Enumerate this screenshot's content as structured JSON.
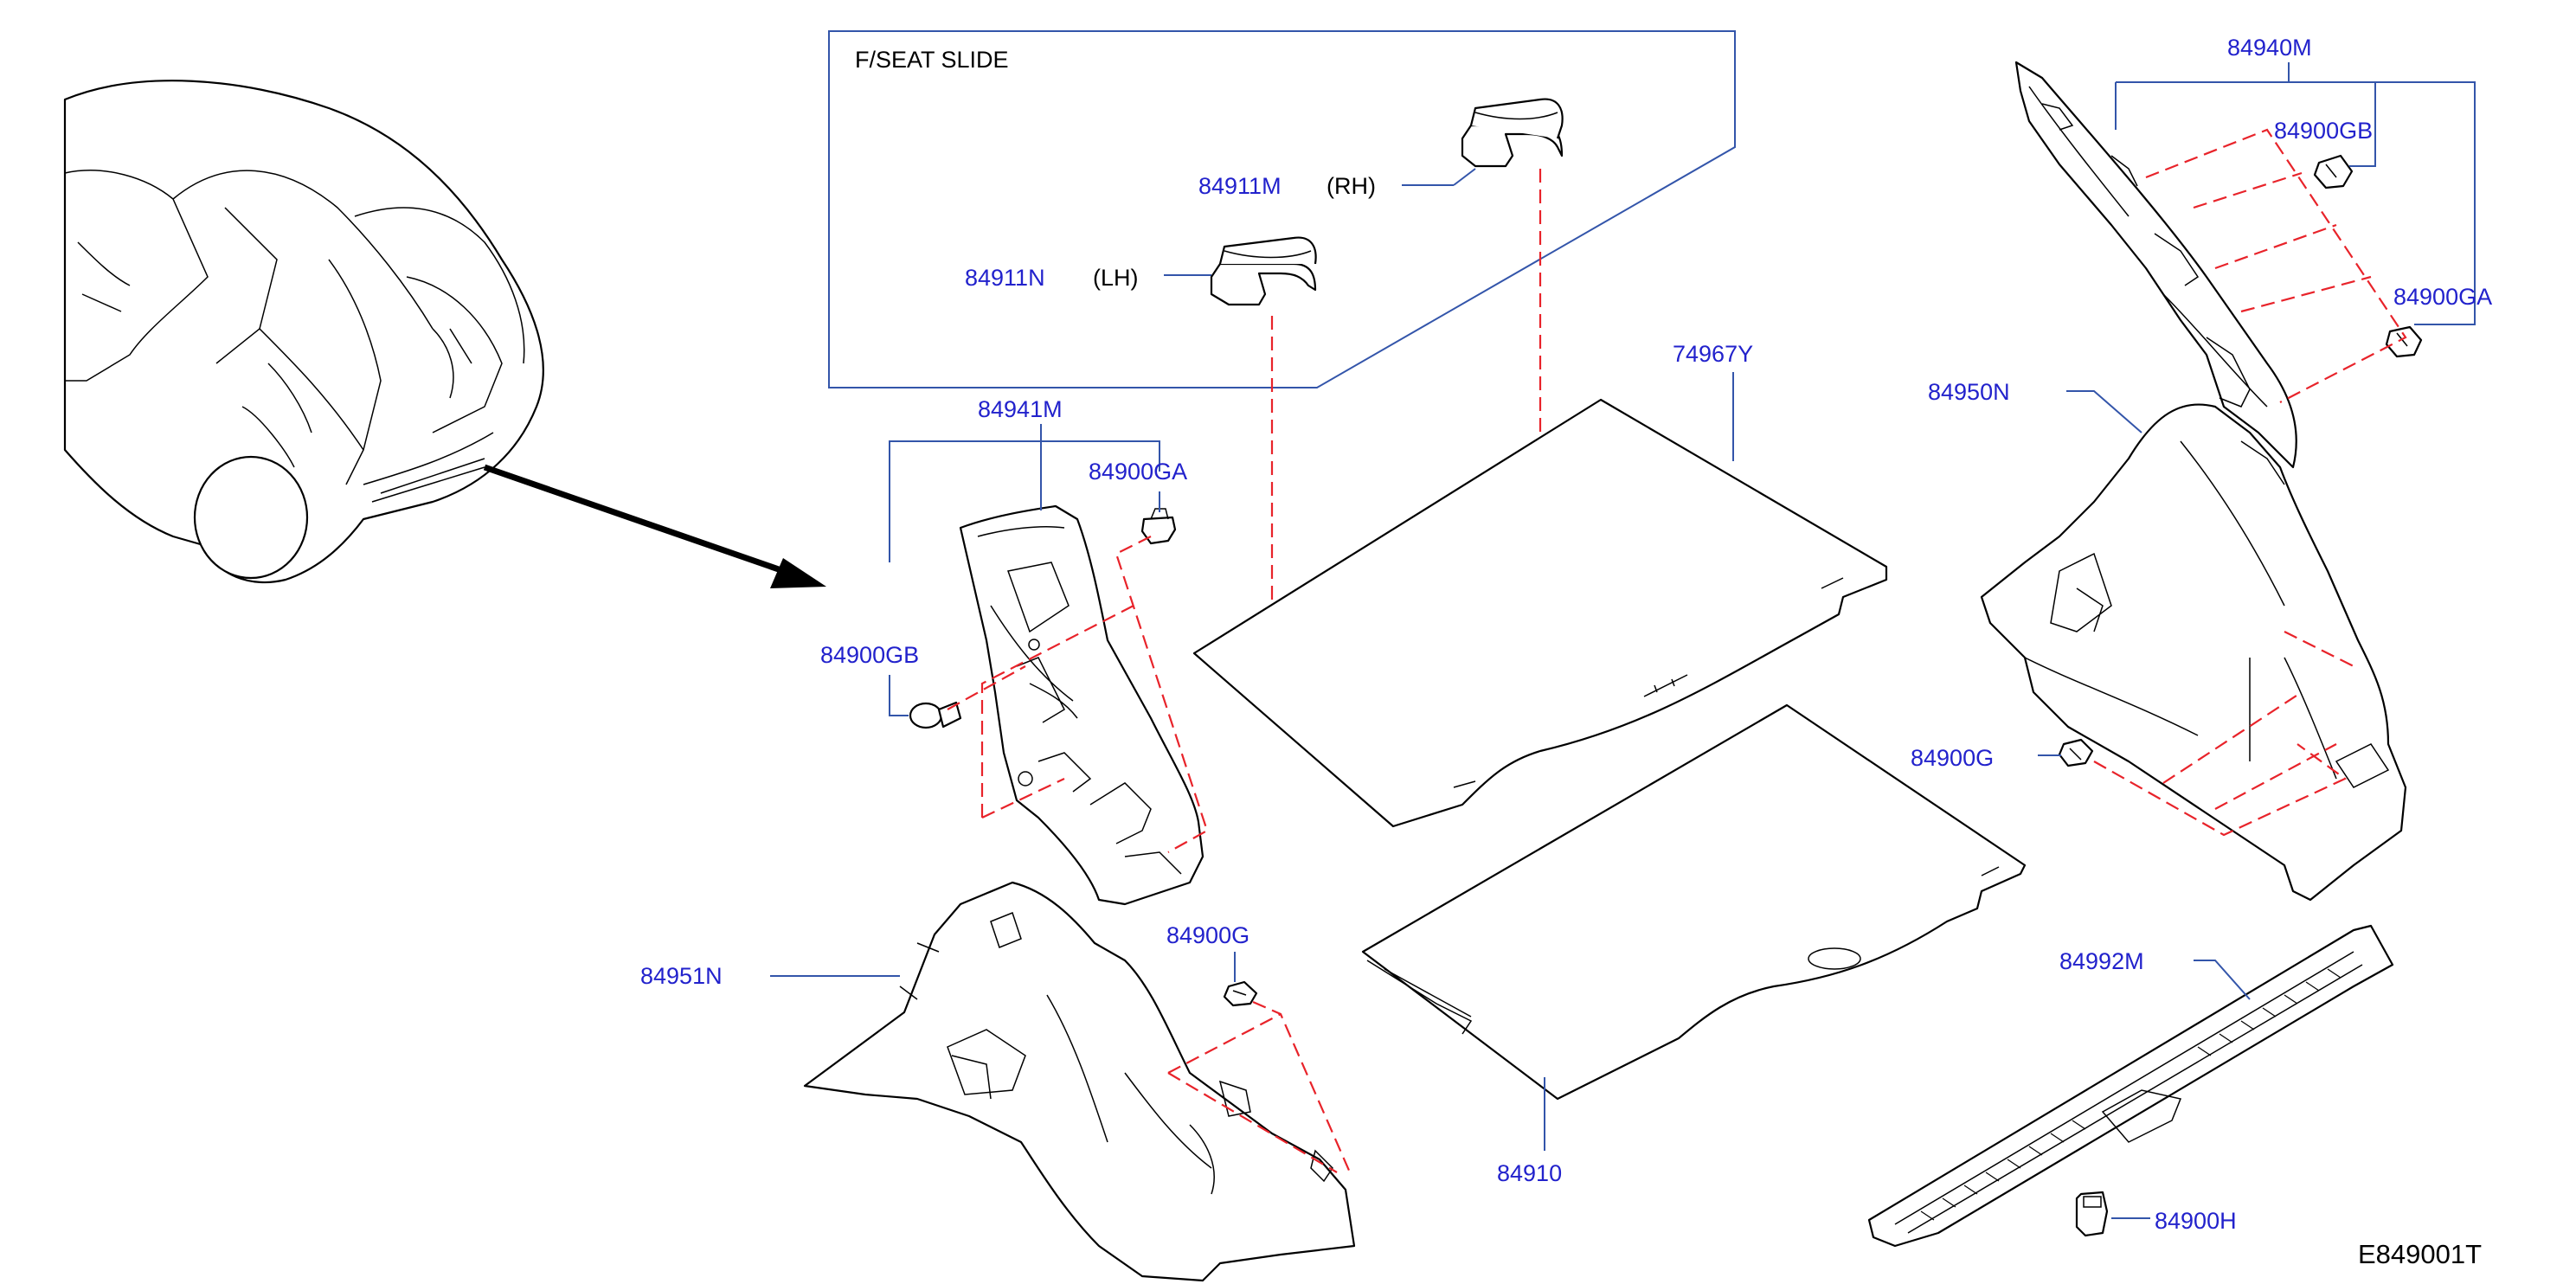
{
  "inset": {
    "title": "F/SEAT   SLIDE",
    "items": [
      {
        "part": "84911M",
        "side": "(RH)"
      },
      {
        "part": "84911N",
        "side": "(LH)"
      }
    ]
  },
  "labels": {
    "p84941M": "84941M",
    "p84900GA_left": "84900GA",
    "p84900GB_left": "84900GB",
    "p84951N": "84951N",
    "p84900G_left": "84900G",
    "p74967Y": "74967Y",
    "p84910": "84910",
    "p84940M": "84940M",
    "p84900GB_right": "84900GB",
    "p84900GA_right": "84900GA",
    "p84950N": "84950N",
    "p84900G_right": "84900G",
    "p84992M": "84992M",
    "p84900H": "84900H"
  },
  "diagram_code": "E849001T",
  "colors": {
    "label_blue": "#2222cc",
    "leader_blue": "#3355aa",
    "guide_red": "#e8232a",
    "line_black": "#000000"
  }
}
